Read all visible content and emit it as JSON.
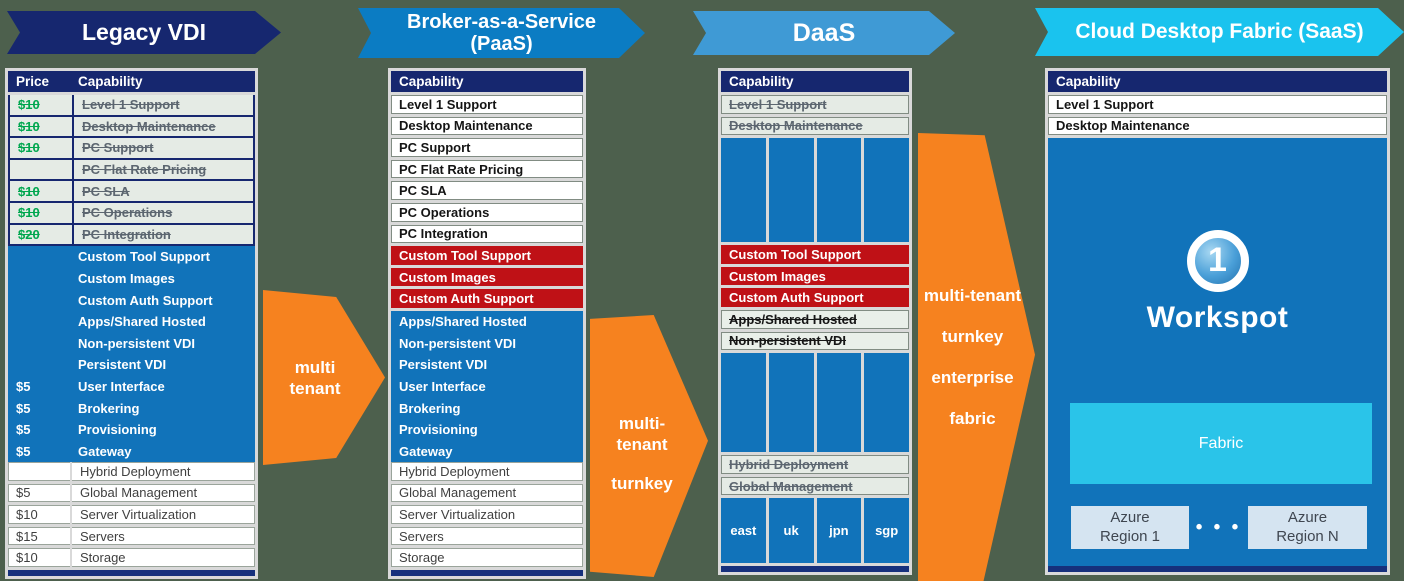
{
  "colors": {
    "background": "#4d604d",
    "navy": "#16276f",
    "paas_blue": "#0b7cc3",
    "daas_blue": "#3f9ad5",
    "saas_cyan": "#1ac3ee",
    "capability_blue": "#1173ba",
    "red": "#bf1116",
    "orange": "#f6821f",
    "price_green": "#00a74f",
    "fabric_cyan": "#2ac4e9"
  },
  "col1": {
    "title": "Legacy VDI",
    "price_header": "Price",
    "capability_header": "Capability",
    "struck_rows": [
      {
        "price": "$10",
        "label": "Level 1 Support"
      },
      {
        "price": "$10",
        "label": "Desktop Maintenance"
      },
      {
        "price": "$10",
        "label": "PC  Support"
      },
      {
        "price": "",
        "label": "PC Flat Rate Pricing"
      },
      {
        "price": "$10",
        "label": "PC SLA"
      },
      {
        "price": "$10",
        "label": "PC Operations"
      },
      {
        "price": "$20",
        "label": "PC Integration"
      }
    ],
    "blue_rows": [
      {
        "price": "",
        "label": "Custom Tool Support"
      },
      {
        "price": "",
        "label": "Custom Images"
      },
      {
        "price": "",
        "label": "Custom Auth Support"
      },
      {
        "price": "",
        "label": "Apps/Shared Hosted"
      },
      {
        "price": "",
        "label": "Non-persistent VDI"
      },
      {
        "price": "",
        "label": "Persistent VDI"
      },
      {
        "price": "$5",
        "label": "User Interface"
      },
      {
        "price": "$5",
        "label": "Brokering"
      },
      {
        "price": "$5",
        "label": "Provisioning"
      },
      {
        "price": "$5",
        "label": "Gateway"
      }
    ],
    "white_rows": [
      {
        "price": "",
        "label": "Hybrid Deployment"
      },
      {
        "price": "$5",
        "label": "Global Management"
      },
      {
        "price": "$10",
        "label": "Server Virtualization"
      },
      {
        "price": "$15",
        "label": "Servers"
      },
      {
        "price": "$10",
        "label": "Storage"
      }
    ]
  },
  "col2": {
    "title_line1": "Broker-as-a-Service",
    "title_line2": "(PaaS)",
    "capability_header": "Capability",
    "bold_rows": [
      "Level 1 Support",
      "Desktop Maintenance",
      "PC  Support",
      "PC Flat Rate Pricing",
      "PC SLA",
      "PC Operations",
      "PC Integration"
    ],
    "red_rows": [
      "Custom Tool Support",
      "Custom Images",
      "Custom Auth Support"
    ],
    "blue_rows": [
      "Apps/Shared Hosted",
      "Non-persistent VDI",
      "Persistent VDI",
      "User Interface",
      "Brokering",
      "Provisioning",
      "Gateway"
    ],
    "white_rows": [
      "Hybrid Deployment",
      "Global Management",
      "Server Virtualization",
      "Servers",
      "Storage"
    ]
  },
  "col3": {
    "title": "DaaS",
    "capability_header": "Capability",
    "struck_top": [
      "Level 1 Support",
      "Desktop Maintenance"
    ],
    "red_rows": [
      "Custom Tool Support",
      "Custom Images",
      "Custom Auth Support"
    ],
    "struck_mid": [
      "Apps/Shared Hosted",
      "Non-persistent VDI"
    ],
    "struck_bottom": [
      "Hybrid Deployment",
      "Global Management"
    ],
    "regions": [
      "east",
      "uk",
      "jpn",
      "sgp"
    ]
  },
  "col4": {
    "title": "Cloud Desktop Fabric (SaaS)",
    "capability_header": "Capability",
    "bold_rows": [
      "Level 1 Support",
      "Desktop Maintenance"
    ],
    "logo_numeral": "1",
    "logo_text": "Workspot",
    "fabric_label": "Fabric",
    "azure_left_line1": "Azure",
    "azure_left_line2": "Region 1",
    "azure_dots": "• • •",
    "azure_right_line1": "Azure",
    "azure_right_line2": "Region N"
  },
  "arrows": {
    "a1": {
      "line1": "multi",
      "line2": "tenant"
    },
    "a2": {
      "line1": "multi-",
      "line2": "tenant",
      "line3": "turnkey"
    },
    "a3": {
      "line1": "multi-tenant",
      "line2": "turnkey",
      "line3": "enterprise",
      "line4": "fabric"
    }
  }
}
